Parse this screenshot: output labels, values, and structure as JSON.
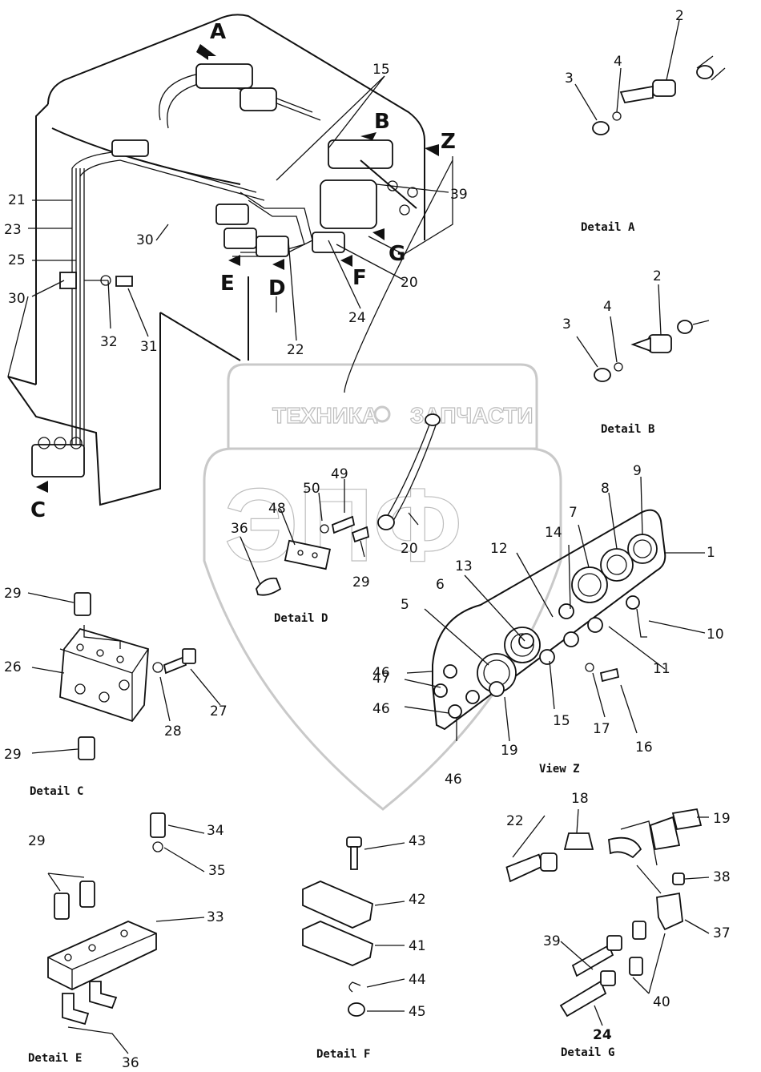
{
  "watermark": {
    "left": "ТЕХНИКА",
    "right": "ЗАПЧАСТИ",
    "logo": "ЭПФ",
    "gear_icon": "gear-icon"
  },
  "callouts": {
    "A": "A",
    "B": "B",
    "C": "C",
    "D": "D",
    "E": "E",
    "F": "F",
    "G": "G",
    "Z": "Z"
  },
  "numbers": {
    "n1": "1",
    "n2": "2",
    "n3": "3",
    "n4": "4",
    "n5": "5",
    "n6": "6",
    "n7": "7",
    "n8": "8",
    "n9": "9",
    "n10": "10",
    "n11": "11",
    "n12": "12",
    "n13": "13",
    "n14": "14",
    "n15": "15",
    "n16": "16",
    "n17": "17",
    "n18": "18",
    "n19": "19",
    "n20": "20",
    "n21": "21",
    "n22": "22",
    "n23": "23",
    "n24": "24",
    "n25": "25",
    "n26": "26",
    "n27": "27",
    "n28": "28",
    "n29": "29",
    "n30": "30",
    "n31": "31",
    "n32": "32",
    "n33": "33",
    "n34": "34",
    "n35": "35",
    "n36": "36",
    "n37": "37",
    "n38": "38",
    "n39": "39",
    "n40": "40",
    "n41": "41",
    "n42": "42",
    "n43": "43",
    "n44": "44",
    "n45": "45",
    "n46": "46",
    "n47": "47",
    "n48": "48",
    "n49": "49",
    "n50": "50"
  },
  "captions": {
    "detail_a": "Detail  A",
    "detail_b": "Detail  B",
    "detail_c": "Detail  C",
    "detail_d": "Detail  D",
    "detail_e": "Detail  E",
    "detail_f": "Detail  F",
    "detail_g": "Detail  G",
    "view_z": "View  Z"
  }
}
